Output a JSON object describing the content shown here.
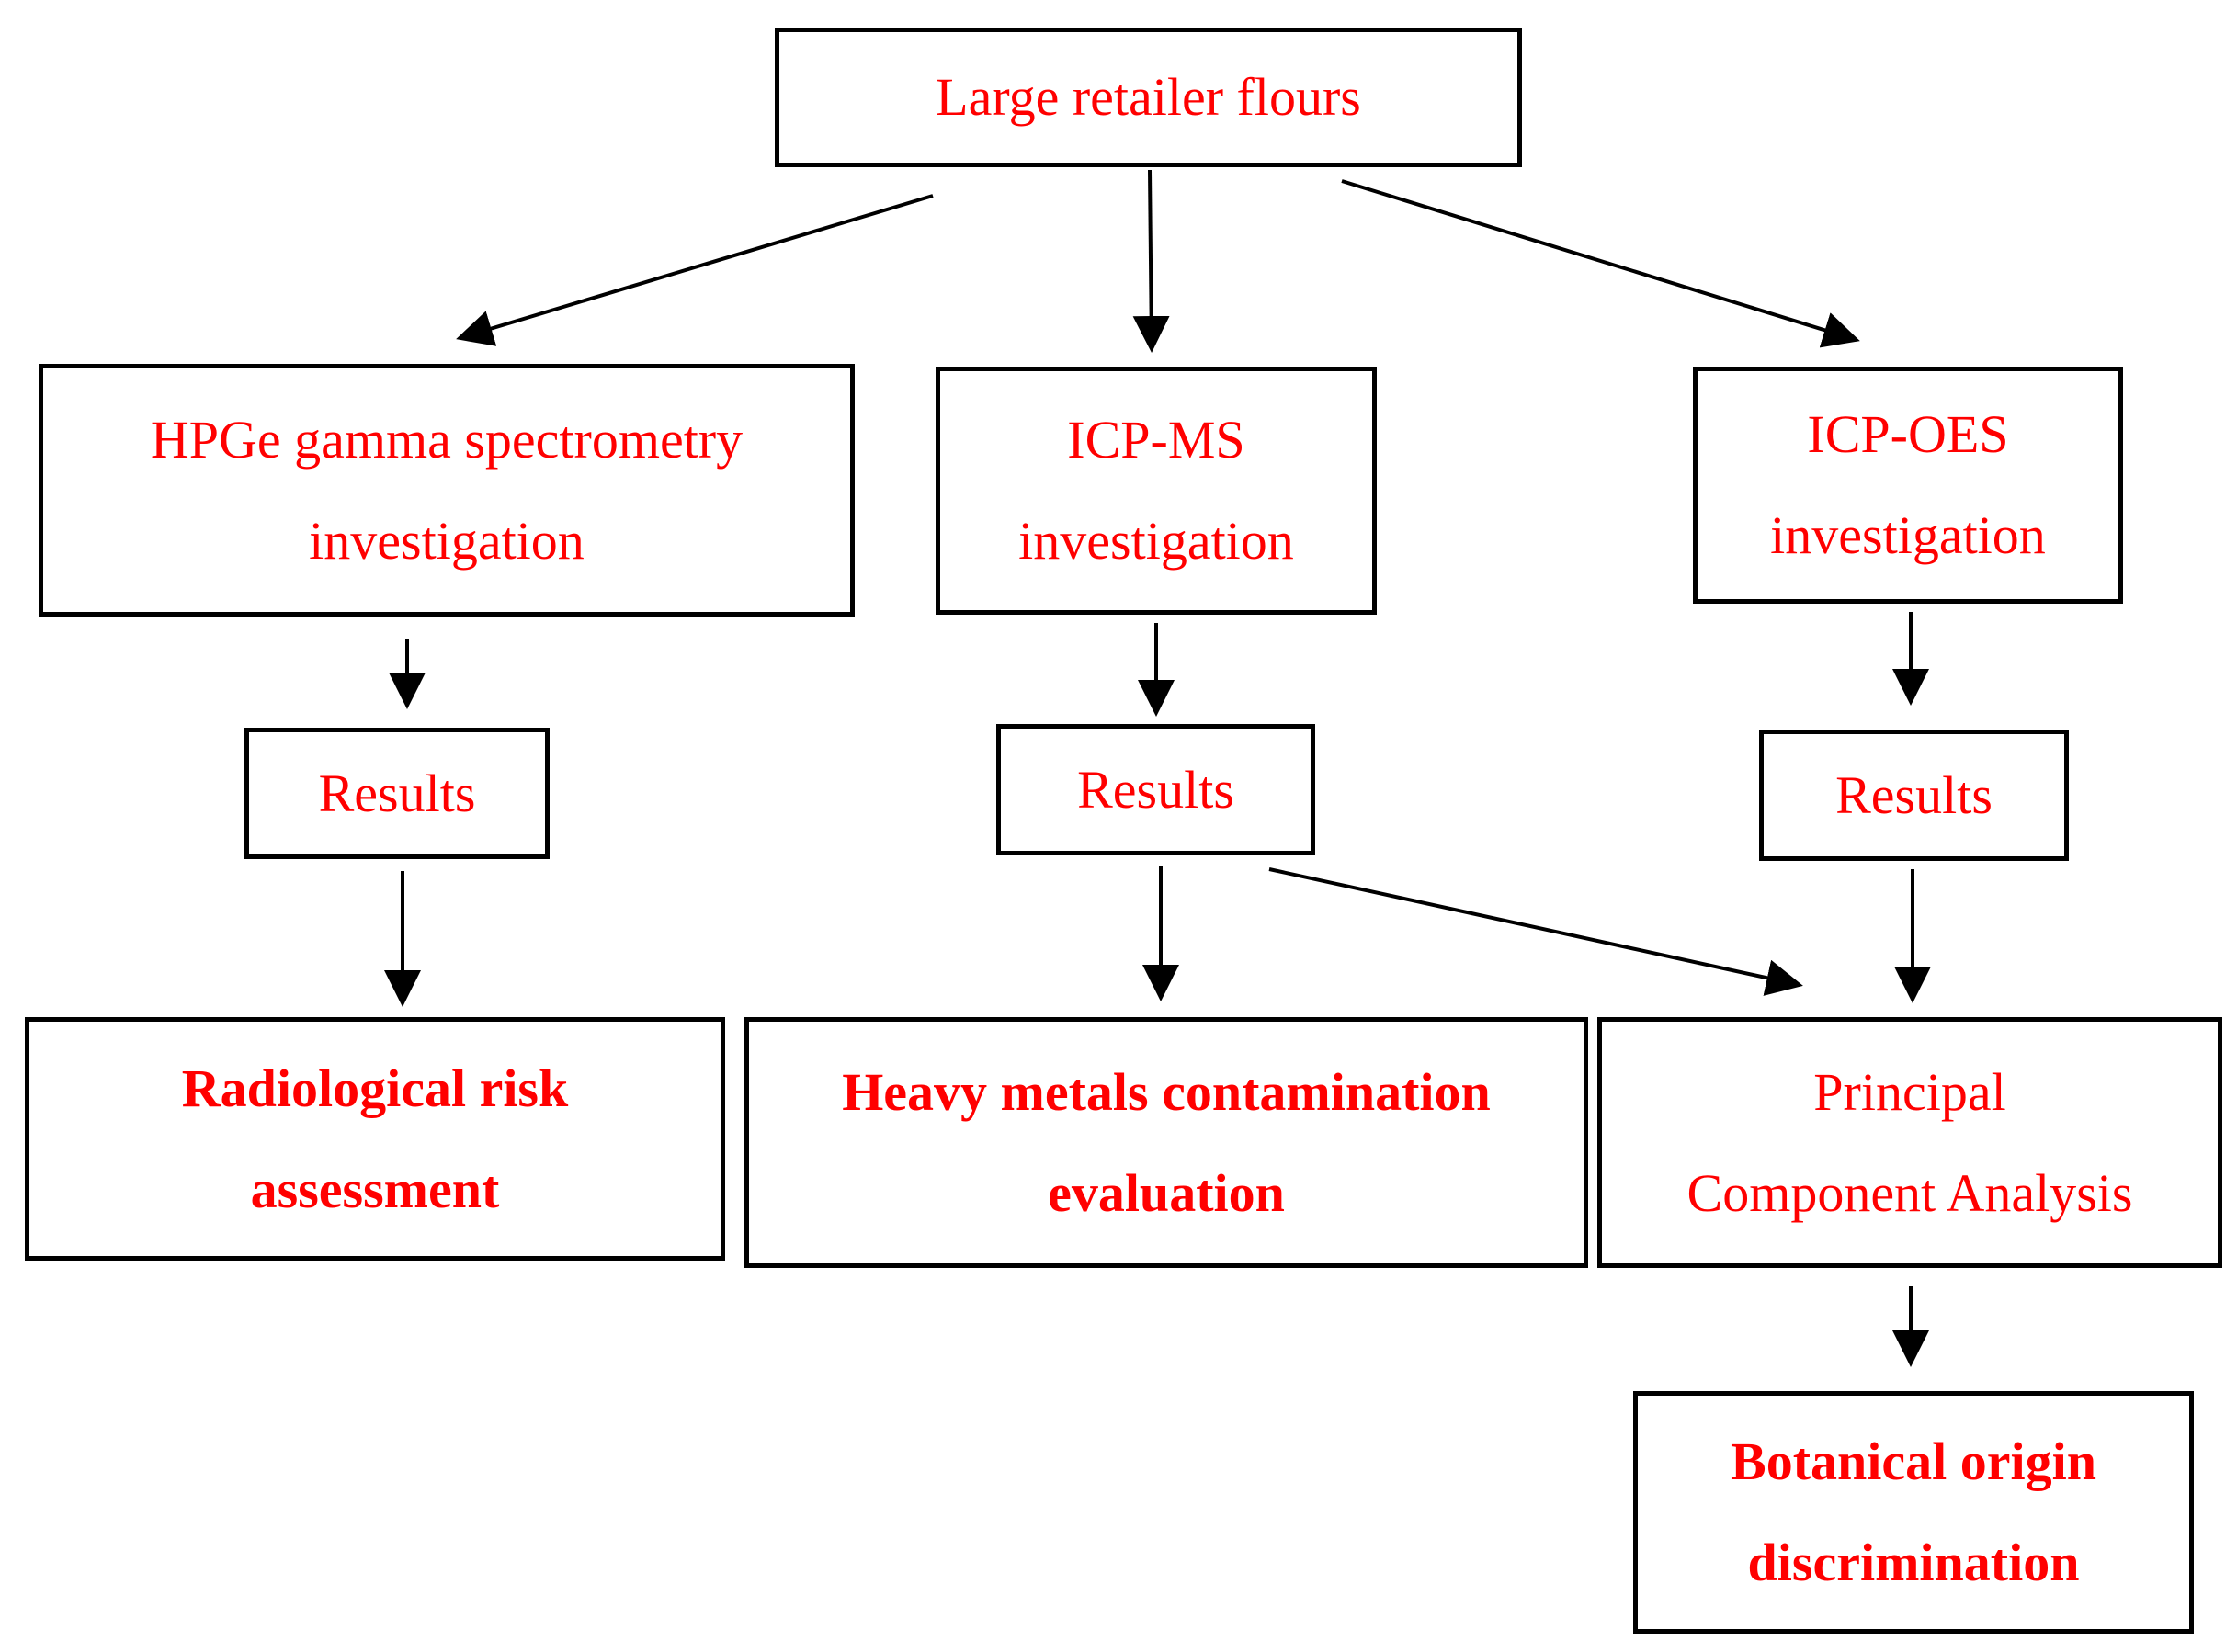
{
  "colors": {
    "text": "#ff0000",
    "stroke": "#000000",
    "background": "#ffffff"
  },
  "nodes": {
    "source": {
      "text": "Large retailer flours"
    },
    "hpge": {
      "text": "HPGe gamma spectrometry\ninvestigation"
    },
    "icpms": {
      "text": "ICP-MS\ninvestigation"
    },
    "icpoes": {
      "text": "ICP-OES\ninvestigation"
    },
    "results_hpge": {
      "text": "Results"
    },
    "results_icpms": {
      "text": "Results"
    },
    "results_icpoes": {
      "text": "Results"
    },
    "radiological": {
      "text": "Radiological risk\nassessment",
      "bold": true
    },
    "heavy_metals": {
      "text": "Heavy metals contamination\nevaluation",
      "bold": true
    },
    "pca": {
      "text": "Principal\nComponent Analysis"
    },
    "botanical": {
      "text": "Botanical origin\ndiscrimination",
      "bold": true
    }
  },
  "edges": [
    {
      "from": "source",
      "to": "hpge"
    },
    {
      "from": "source",
      "to": "icpms"
    },
    {
      "from": "source",
      "to": "icpoes"
    },
    {
      "from": "hpge",
      "to": "results_hpge"
    },
    {
      "from": "icpms",
      "to": "results_icpms"
    },
    {
      "from": "icpoes",
      "to": "results_icpoes"
    },
    {
      "from": "results_hpge",
      "to": "radiological"
    },
    {
      "from": "results_icpms",
      "to": "heavy_metals"
    },
    {
      "from": "results_icpms",
      "to": "pca"
    },
    {
      "from": "results_icpoes",
      "to": "pca"
    },
    {
      "from": "pca",
      "to": "botanical"
    }
  ]
}
